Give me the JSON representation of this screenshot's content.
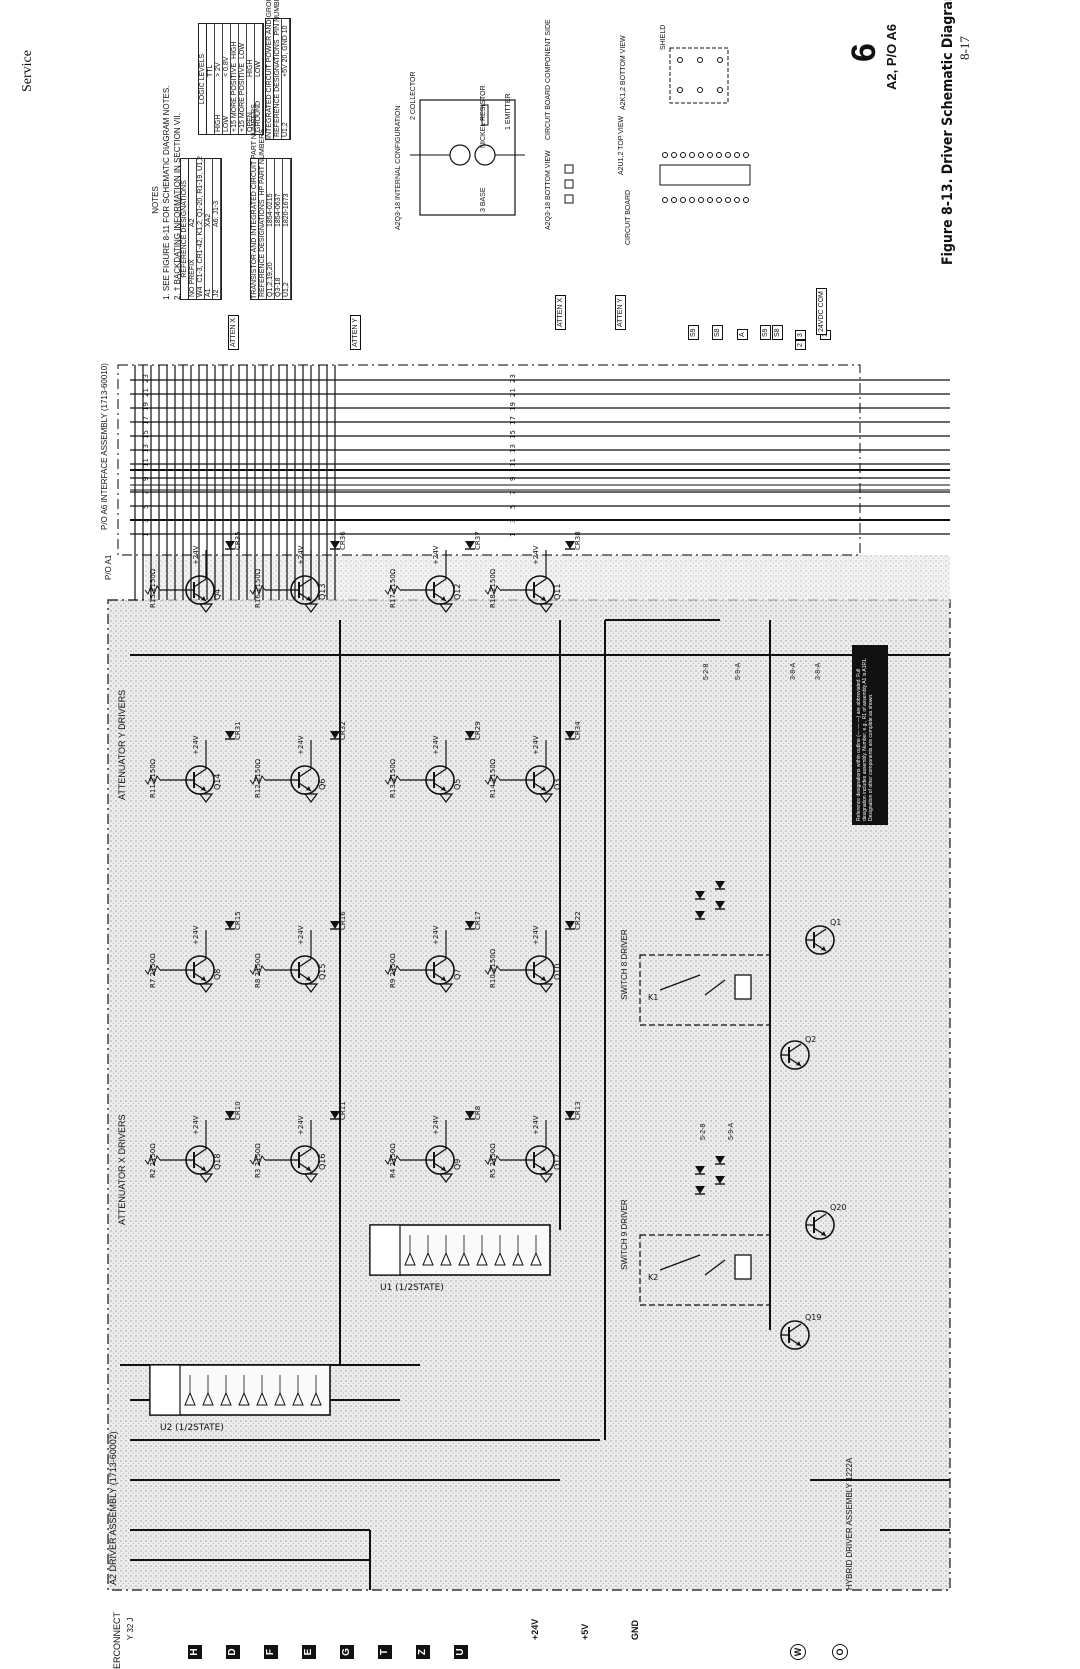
{
  "header": {
    "section": "Service",
    "figure_caption": "Figure 8-13. Driver Schematic Diagram",
    "page_number": "8-17",
    "tab_number": "6",
    "tab_label": "A2, P/O A6"
  },
  "assemblies": {
    "a2": "A2 DRIVER ASSEMBLY (1713-60002)",
    "interface": "P/O A6 INTERFACE ASSEMBLY (1713-60010)",
    "p_o_a1": "P/O A1",
    "interconnect": "ERCONNECT",
    "interconnect_sub": "Y 32 J",
    "bottom_assembly": "HYBRID DRIVER ASSEMBLY 1222A"
  },
  "sections": {
    "atten_x": "ATTENUATOR X DRIVERS",
    "atten_y": "ATTENUATOR Y DRIVERS",
    "switch_8": "SWITCH 8 DRIVER",
    "switch_9": "SWITCH 9 DRIVER"
  },
  "notes": {
    "title": "NOTES",
    "items": [
      "1. SEE FIGURE 8-11 FOR SCHEMATIC DIAGRAM NOTES.",
      "2. † BACKDATING INFORMATION IN SECTION VII."
    ],
    "logic_levels": {
      "title": "LOGIC LEVELS",
      "headers": [
        "",
        "TTL"
      ],
      "rows": [
        [
          "HIGH",
          "> 2V"
        ],
        [
          "LOW",
          "< 0.8V"
        ],
        [
          "+15 MORE POSITIVE",
          "HIGH"
        ],
        [
          "+15 MORE POSITIVE",
          "LOW"
        ],
        [
          "OPEN",
          "HIGH"
        ],
        [
          "GROUND",
          "LOW"
        ]
      ]
    },
    "reference_designations": {
      "title": "REFERENCE DESIGNATIONS",
      "headers": [
        "NO PREFIX",
        "A2"
      ],
      "rows": [
        [
          "W4",
          "C1-3, CR1-42, K1,2, Q1-20, R1-19, U1,2"
        ],
        [
          "A1",
          "XA2"
        ],
        [
          "J2",
          "A6: J1-3"
        ]
      ]
    },
    "transistor_table": {
      "title": "TRANSISTOR AND INTEGRATED CIRCUIT PART NUMBERS",
      "headers": [
        "REFERENCE DESIGNATIONS",
        "HP PART NUMBERS"
      ],
      "rows": [
        [
          "Q1,2,19,20",
          "1854-0215"
        ],
        [
          "Q3-18",
          "1854-0637"
        ],
        [
          "U1,2",
          "1820-1673"
        ]
      ]
    },
    "ic_power": {
      "title": "INTEGRATED CIRCUIT POWER AND GROUND CONNECTIONS",
      "headers": [
        "REFERENCE DESIGNATIONS",
        "PIN NUMBERS"
      ],
      "rows": [
        [
          "U1,2",
          "+5V 20, GND 10"
        ]
      ]
    },
    "internal_config": "A2Q3-18 INTERNAL CONFIGURATION",
    "q_labels": [
      "2 COLLECTOR",
      "3 BASE",
      "1 EMITTER",
      "NICKEL RESISTOR"
    ],
    "bottom_view_label": "A2Q3-18 BOTTOM VIEW",
    "component_side": "CIRCUIT BOARD COMPONENT SIDE",
    "u_top_view": "A2U1,2 TOP VIEW",
    "circuit_board": "CIRCUIT BOARD",
    "u_bottom_view": "A2K1,2 BOTTOM VIEW",
    "shield": "SHIELD",
    "reference_block": "Reference designations within outline (— — —) are abbreviated. Full designation includes assembly. Number, e.g., R1 of assembly A1 is A1R1. Designation of other components are complete as shown."
  },
  "connections": {
    "left_terminals": [
      "H",
      "D",
      "F",
      "E",
      "G",
      "T",
      "Z",
      "U"
    ],
    "bottom_terminals": [
      "W",
      "O"
    ],
    "power_labels": [
      "+24V",
      "+5V",
      "GND"
    ],
    "right_tags": [
      "ATTEN X",
      "ATTEN Y",
      "ATTEN X",
      "ATTEN Y",
      "S9",
      "S8",
      "A",
      "S9",
      "S8",
      "3",
      "1",
      "2",
      "24VDC COM"
    ],
    "wire_codes": [
      "5-2-8",
      "5-9-A",
      "3-8-A",
      "3-8-A",
      "5-2-8",
      "5-9-A"
    ]
  },
  "x_drivers": [
    {
      "q": "Q18",
      "r": "R2 2150Ω",
      "cr": "CR10"
    },
    {
      "q": "Q16",
      "r": "R3 2150Ω",
      "cr": "CR11"
    },
    {
      "q": "Q8",
      "r": "R7 2150Ω",
      "cr": "CR15"
    },
    {
      "q": "Q15",
      "r": "R8 2150Ω",
      "cr": "CR16"
    },
    {
      "q": "Q14",
      "r": "R11 2150Ω",
      "cr": "CR31"
    },
    {
      "q": "Q6",
      "r": "R12 2150Ω",
      "cr": "CR32"
    },
    {
      "q": "Q4",
      "r": "R15 2150Ω",
      "cr": "CR35"
    },
    {
      "q": "Q13",
      "r": "R16 2150Ω",
      "cr": "CR36"
    }
  ],
  "y_drivers": [
    {
      "q": "Q9",
      "r": "R4 2150Ω",
      "cr": "CR8"
    },
    {
      "q": "Q17",
      "r": "R5 2150Ω",
      "cr": "CR13"
    },
    {
      "q": "Q7",
      "r": "R9 2150Ω",
      "cr": "CR17"
    },
    {
      "q": "Q10",
      "r": "R10 2150Ω",
      "cr": "CR22"
    },
    {
      "q": "Q5",
      "r": "R13 2150Ω",
      "cr": "CR29"
    },
    {
      "q": "Q3",
      "r": "R14 2150Ω",
      "cr": "CR34"
    },
    {
      "q": "Q12",
      "r": "R17 2150Ω",
      "cr": "CR37"
    },
    {
      "q": "Q11",
      "r": "R18 2150Ω",
      "cr": "CR38"
    }
  ]
}
